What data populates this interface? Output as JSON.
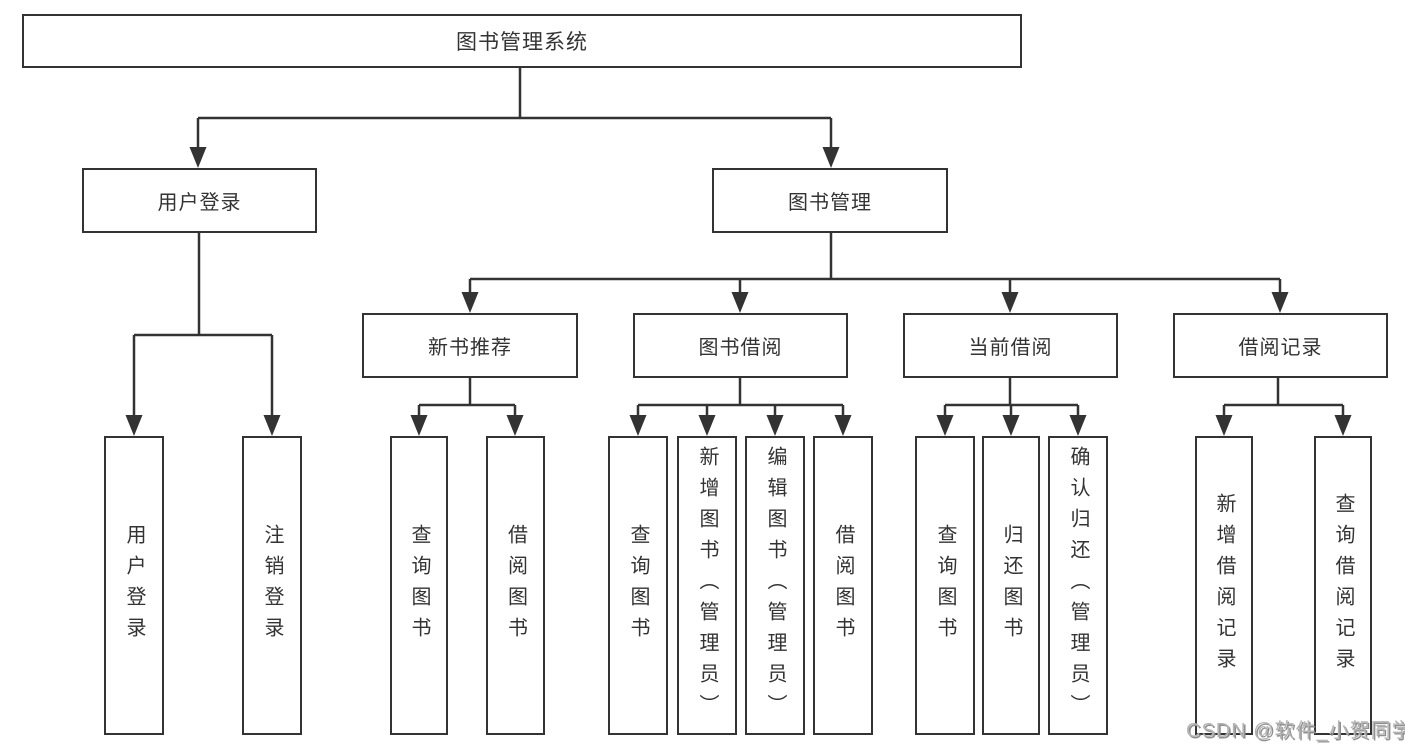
{
  "diagram_type": "hierarchy-tree",
  "nodes": {
    "root": {
      "label": "图书管理系统"
    },
    "user_login": {
      "label": "用户登录",
      "children": [
        {
          "label": "用户登录"
        },
        {
          "label": "注销登录"
        }
      ]
    },
    "book_management": {
      "label": "图书管理",
      "children": [
        {
          "label": "新书推荐",
          "children": [
            {
              "label": "查询图书"
            },
            {
              "label": "借阅图书"
            }
          ]
        },
        {
          "label": "图书借阅",
          "children": [
            {
              "label": "查询图书"
            },
            {
              "label": "新增图书（管理员）"
            },
            {
              "label": "编辑图书（管理员）"
            },
            {
              "label": "借阅图书"
            }
          ]
        },
        {
          "label": "当前借阅",
          "children": [
            {
              "label": "查询图书"
            },
            {
              "label": "归还图书"
            },
            {
              "label": "确认归还（管理员）"
            }
          ]
        },
        {
          "label": "借阅记录",
          "children": [
            {
              "label": "新增借阅记录"
            },
            {
              "label": "查询借阅记录"
            }
          ]
        }
      ]
    }
  },
  "watermark": {
    "text": "CSDN @软件_小贺同学"
  },
  "colors": {
    "line": "#333333",
    "text": "#333333",
    "watermark": "#b5b5b5",
    "background": "#ffffff"
  }
}
